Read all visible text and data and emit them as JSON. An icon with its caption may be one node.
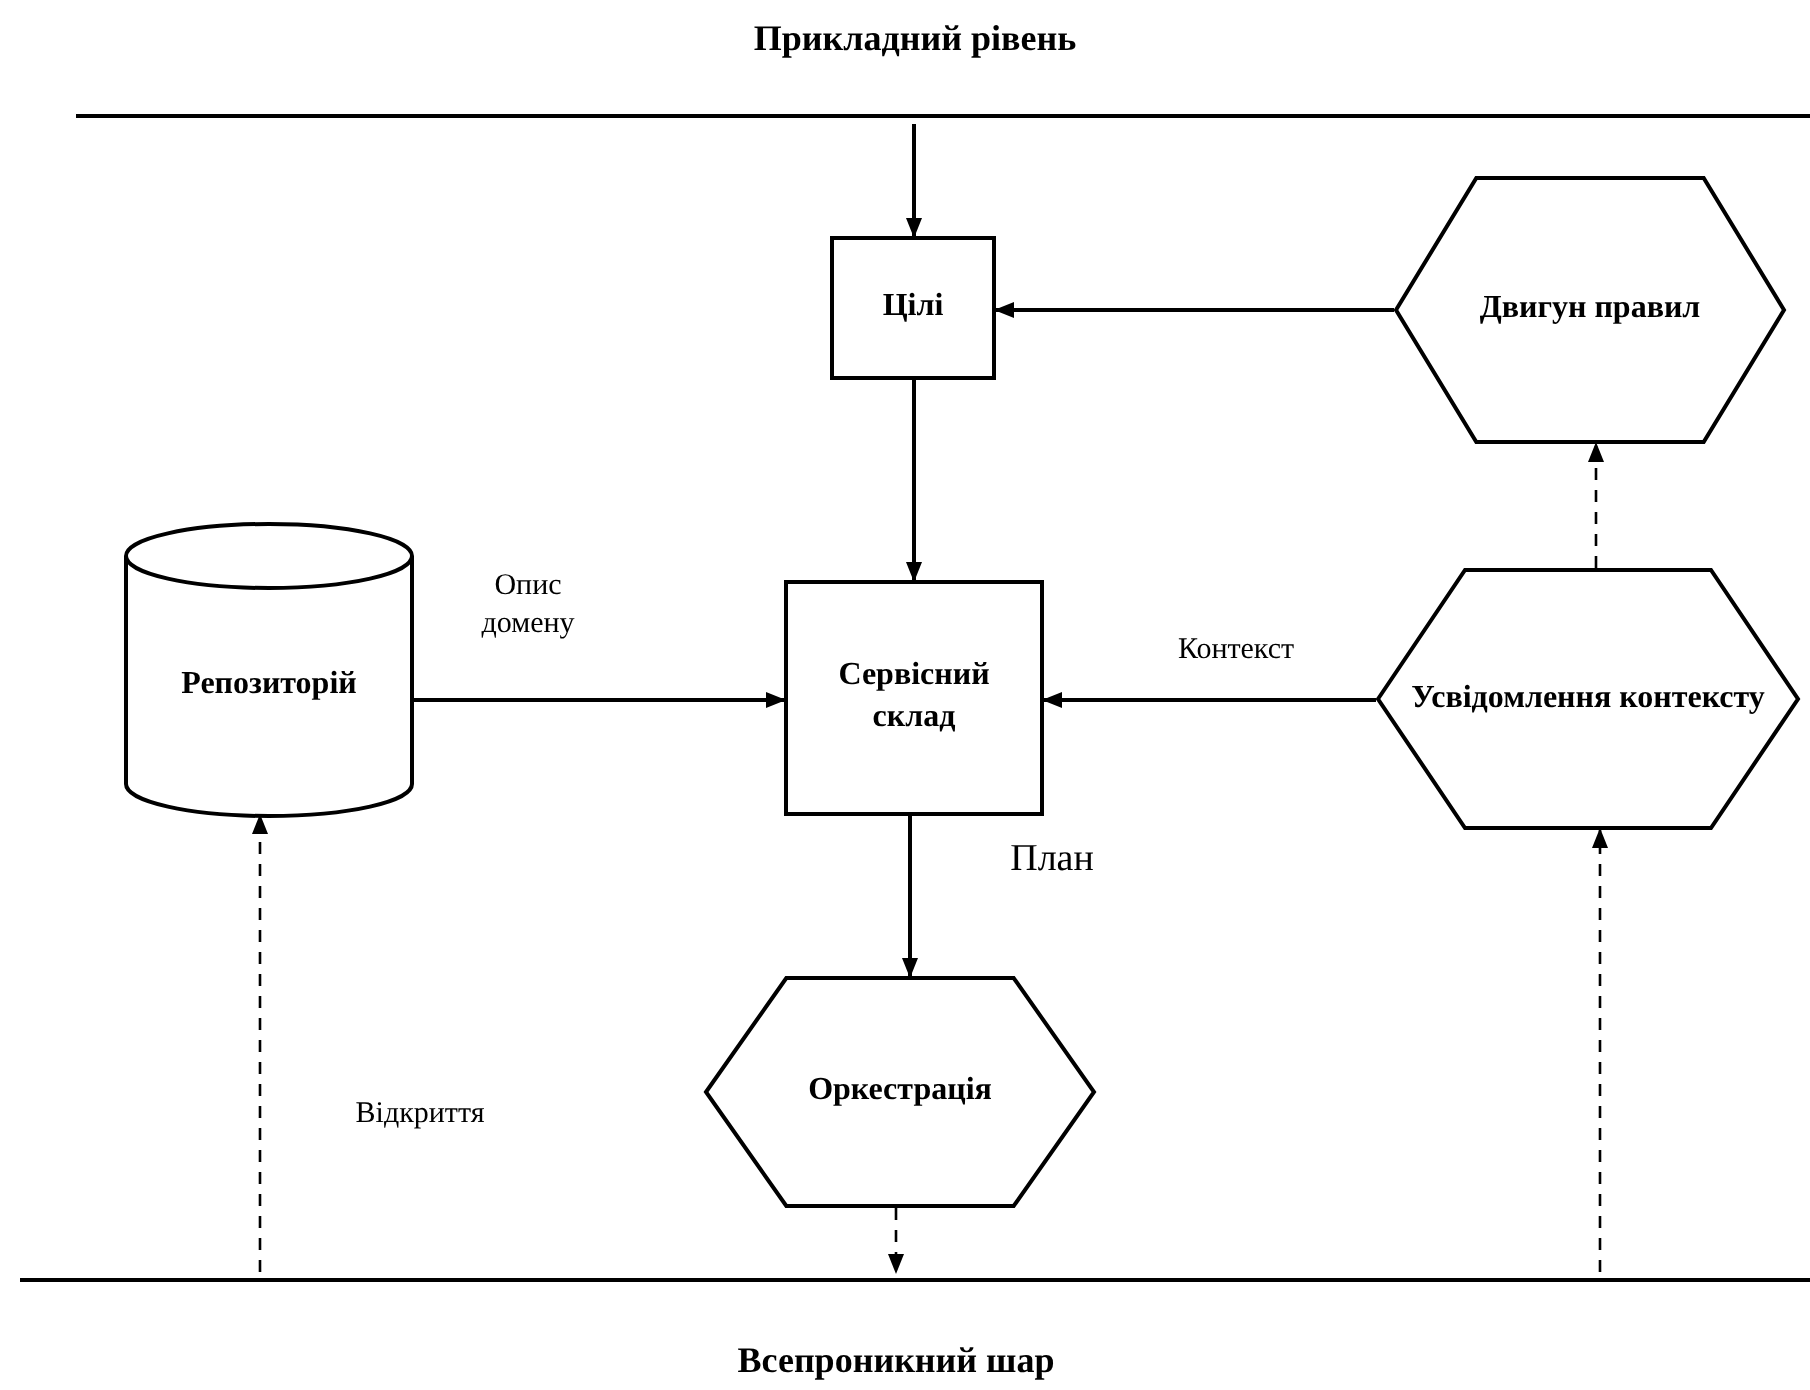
{
  "diagram": {
    "nodes": [
      {
        "text": [
          "Прикладний рівень"
        ]
      },
      {
        "text": [
          "Цілі"
        ]
      },
      {
        "text": [
          "Двигун правил"
        ]
      },
      {
        "text": [
          "Репозиторій"
        ]
      },
      {
        "text": [
          "Сервісний склад"
        ]
      },
      {
        "text": [
          "Усвідомлення контексту"
        ]
      },
      {
        "text": [
          "Оркестрація"
        ]
      },
      {
        "text": [
          "Всепроникний шар"
        ]
      }
    ],
    "edges": [
      {
        "from": 0,
        "to": 1,
        "arrow": "to"
      },
      {
        "from": 2,
        "to": 1,
        "arrow": "to"
      },
      {
        "from": 1,
        "to": 4,
        "arrow": "to"
      },
      {
        "from": 3,
        "to": 4,
        "arrow": "to",
        "label": "Опис домену"
      },
      {
        "from": 5,
        "to": 4,
        "arrow": "to",
        "label": "Контекст"
      },
      {
        "from": 4,
        "to": 6,
        "arrow": "to",
        "label": "План"
      },
      {
        "from": 5,
        "to": 2,
        "arrow": "to",
        "style": "dashed"
      },
      {
        "from": 7,
        "to": 3,
        "arrow": "to",
        "style": "dashed",
        "label": "Відкриття"
      },
      {
        "from": 7,
        "to": 5,
        "arrow": "to",
        "style": "dashed"
      },
      {
        "from": 6,
        "to": 7,
        "arrow": "to",
        "style": "dashed"
      }
    ]
  }
}
